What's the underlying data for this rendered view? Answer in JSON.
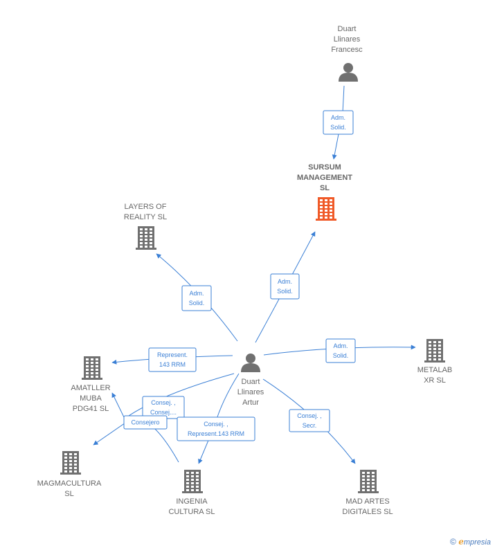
{
  "colors": {
    "edge": "#3a7fd5",
    "building": "#707070",
    "focus_building": "#f05a28",
    "person": "#707070"
  },
  "nodes": [
    {
      "id": "duart-francesc",
      "kind": "person",
      "lines": [
        "Duart",
        "Llinares",
        "Francesc"
      ],
      "focus": false
    },
    {
      "id": "sursum",
      "kind": "company",
      "lines": [
        "SURSUM",
        "MANAGEMENT",
        "SL"
      ],
      "focus": true
    },
    {
      "id": "layers",
      "kind": "company",
      "lines": [
        "LAYERS OF",
        "REALITY  SL"
      ],
      "focus": false
    },
    {
      "id": "duart-artur",
      "kind": "person",
      "lines": [
        "Duart",
        "Llinares",
        "Artur"
      ],
      "focus": false
    },
    {
      "id": "metalab",
      "kind": "company",
      "lines": [
        "METALAB",
        "XR  SL"
      ],
      "focus": false
    },
    {
      "id": "amatller",
      "kind": "company",
      "lines": [
        "AMATLLER",
        "MUBA",
        "PDG41  SL"
      ],
      "focus": false
    },
    {
      "id": "magmacultura",
      "kind": "company",
      "lines": [
        "MAGMACULTURA",
        "SL"
      ],
      "focus": false
    },
    {
      "id": "ingenia",
      "kind": "company",
      "lines": [
        "INGENIA",
        "CULTURA  SL"
      ],
      "focus": false
    },
    {
      "id": "madartes",
      "kind": "company",
      "lines": [
        "MAD ARTES",
        "DIGITALES  SL"
      ],
      "focus": false
    }
  ],
  "edges": [
    {
      "id": "e1",
      "lines": [
        "Adm.",
        "Solid."
      ]
    },
    {
      "id": "e2",
      "lines": [
        "Adm.",
        "Solid."
      ]
    },
    {
      "id": "e3",
      "lines": [
        "Adm.",
        "Solid."
      ]
    },
    {
      "id": "e4",
      "lines": [
        "Adm.",
        "Solid."
      ]
    },
    {
      "id": "e5",
      "lines": [
        "Represent.",
        "143 RRM"
      ]
    },
    {
      "id": "e6",
      "lines": [
        "Consej. ,",
        "Consej...."
      ]
    },
    {
      "id": "e7",
      "lines": [
        "Consejero"
      ]
    },
    {
      "id": "e8",
      "lines": [
        "Consej. ,",
        "Represent.143 RRM"
      ]
    },
    {
      "id": "e9",
      "lines": [
        "Consej. ,",
        "Secr."
      ]
    }
  ],
  "footer": {
    "copyright": "©",
    "brand_initial": "e",
    "brand_rest": "mpresia"
  }
}
